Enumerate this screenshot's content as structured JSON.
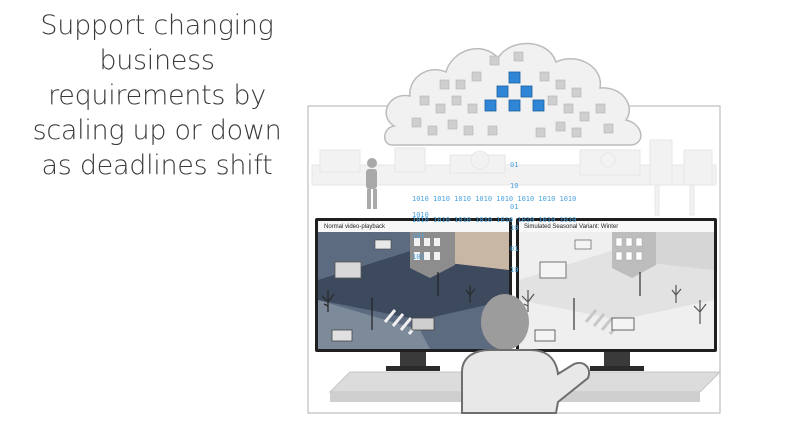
{
  "headline": {
    "lines": [
      "Support changing",
      "business",
      "requirements by",
      "scaling up or down",
      "as deadlines shift"
    ]
  },
  "monitors": {
    "left_label": "Normal video-playback",
    "right_label": "Simulated Seasonal Variant: Winter"
  },
  "binary": {
    "rows": [
      "1010 1010 1010 1010 1010 1010 1010 1010",
      "1010 1010 1010 1010 1010 1010 1010 1010"
    ],
    "column": [
      "01",
      "10",
      "01",
      "10",
      "01",
      "10"
    ],
    "side_column": [
      "1010",
      "101",
      "101"
    ]
  },
  "colors": {
    "accent_blue": "#2f86d6",
    "text": "#3a3a3a",
    "road_dark": "#3d4a5e"
  },
  "icons": {
    "cloud": "cloud-icon",
    "person": "person-icon",
    "monitor": "monitor-icon"
  }
}
